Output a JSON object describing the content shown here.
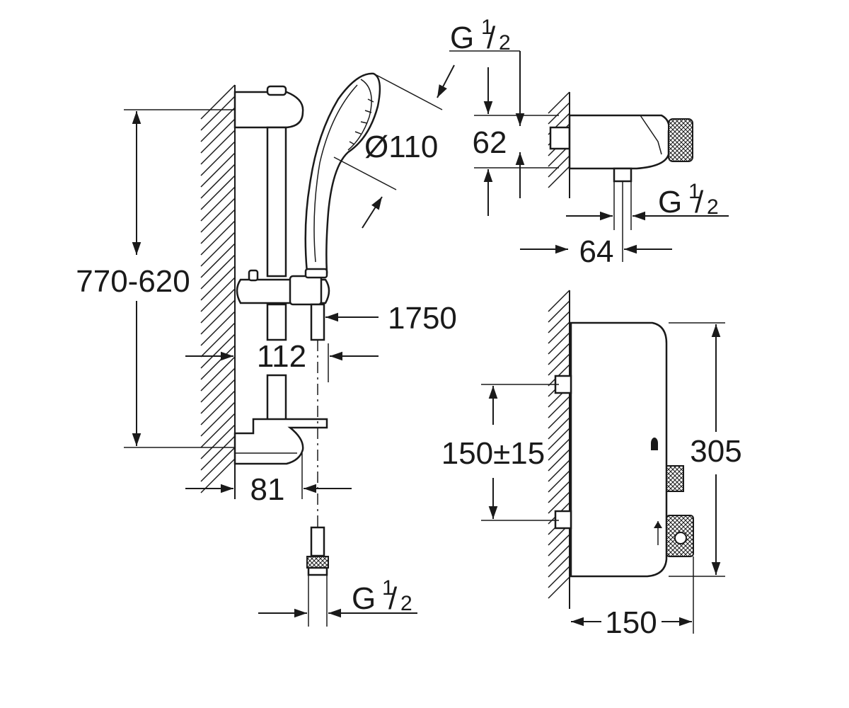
{
  "dimensions": {
    "rail_height": "770-620",
    "head_diameter": "Ø110",
    "hose_length": "1750",
    "rail_offset": "112",
    "bracket_depth": "81",
    "thread_g": "G",
    "thread_num": "1",
    "thread_den": "2",
    "inlet_spacing": "62",
    "outlet_offset": "64",
    "inlet_centers": "150±15",
    "mixer_height": "305",
    "mixer_width": "150"
  }
}
